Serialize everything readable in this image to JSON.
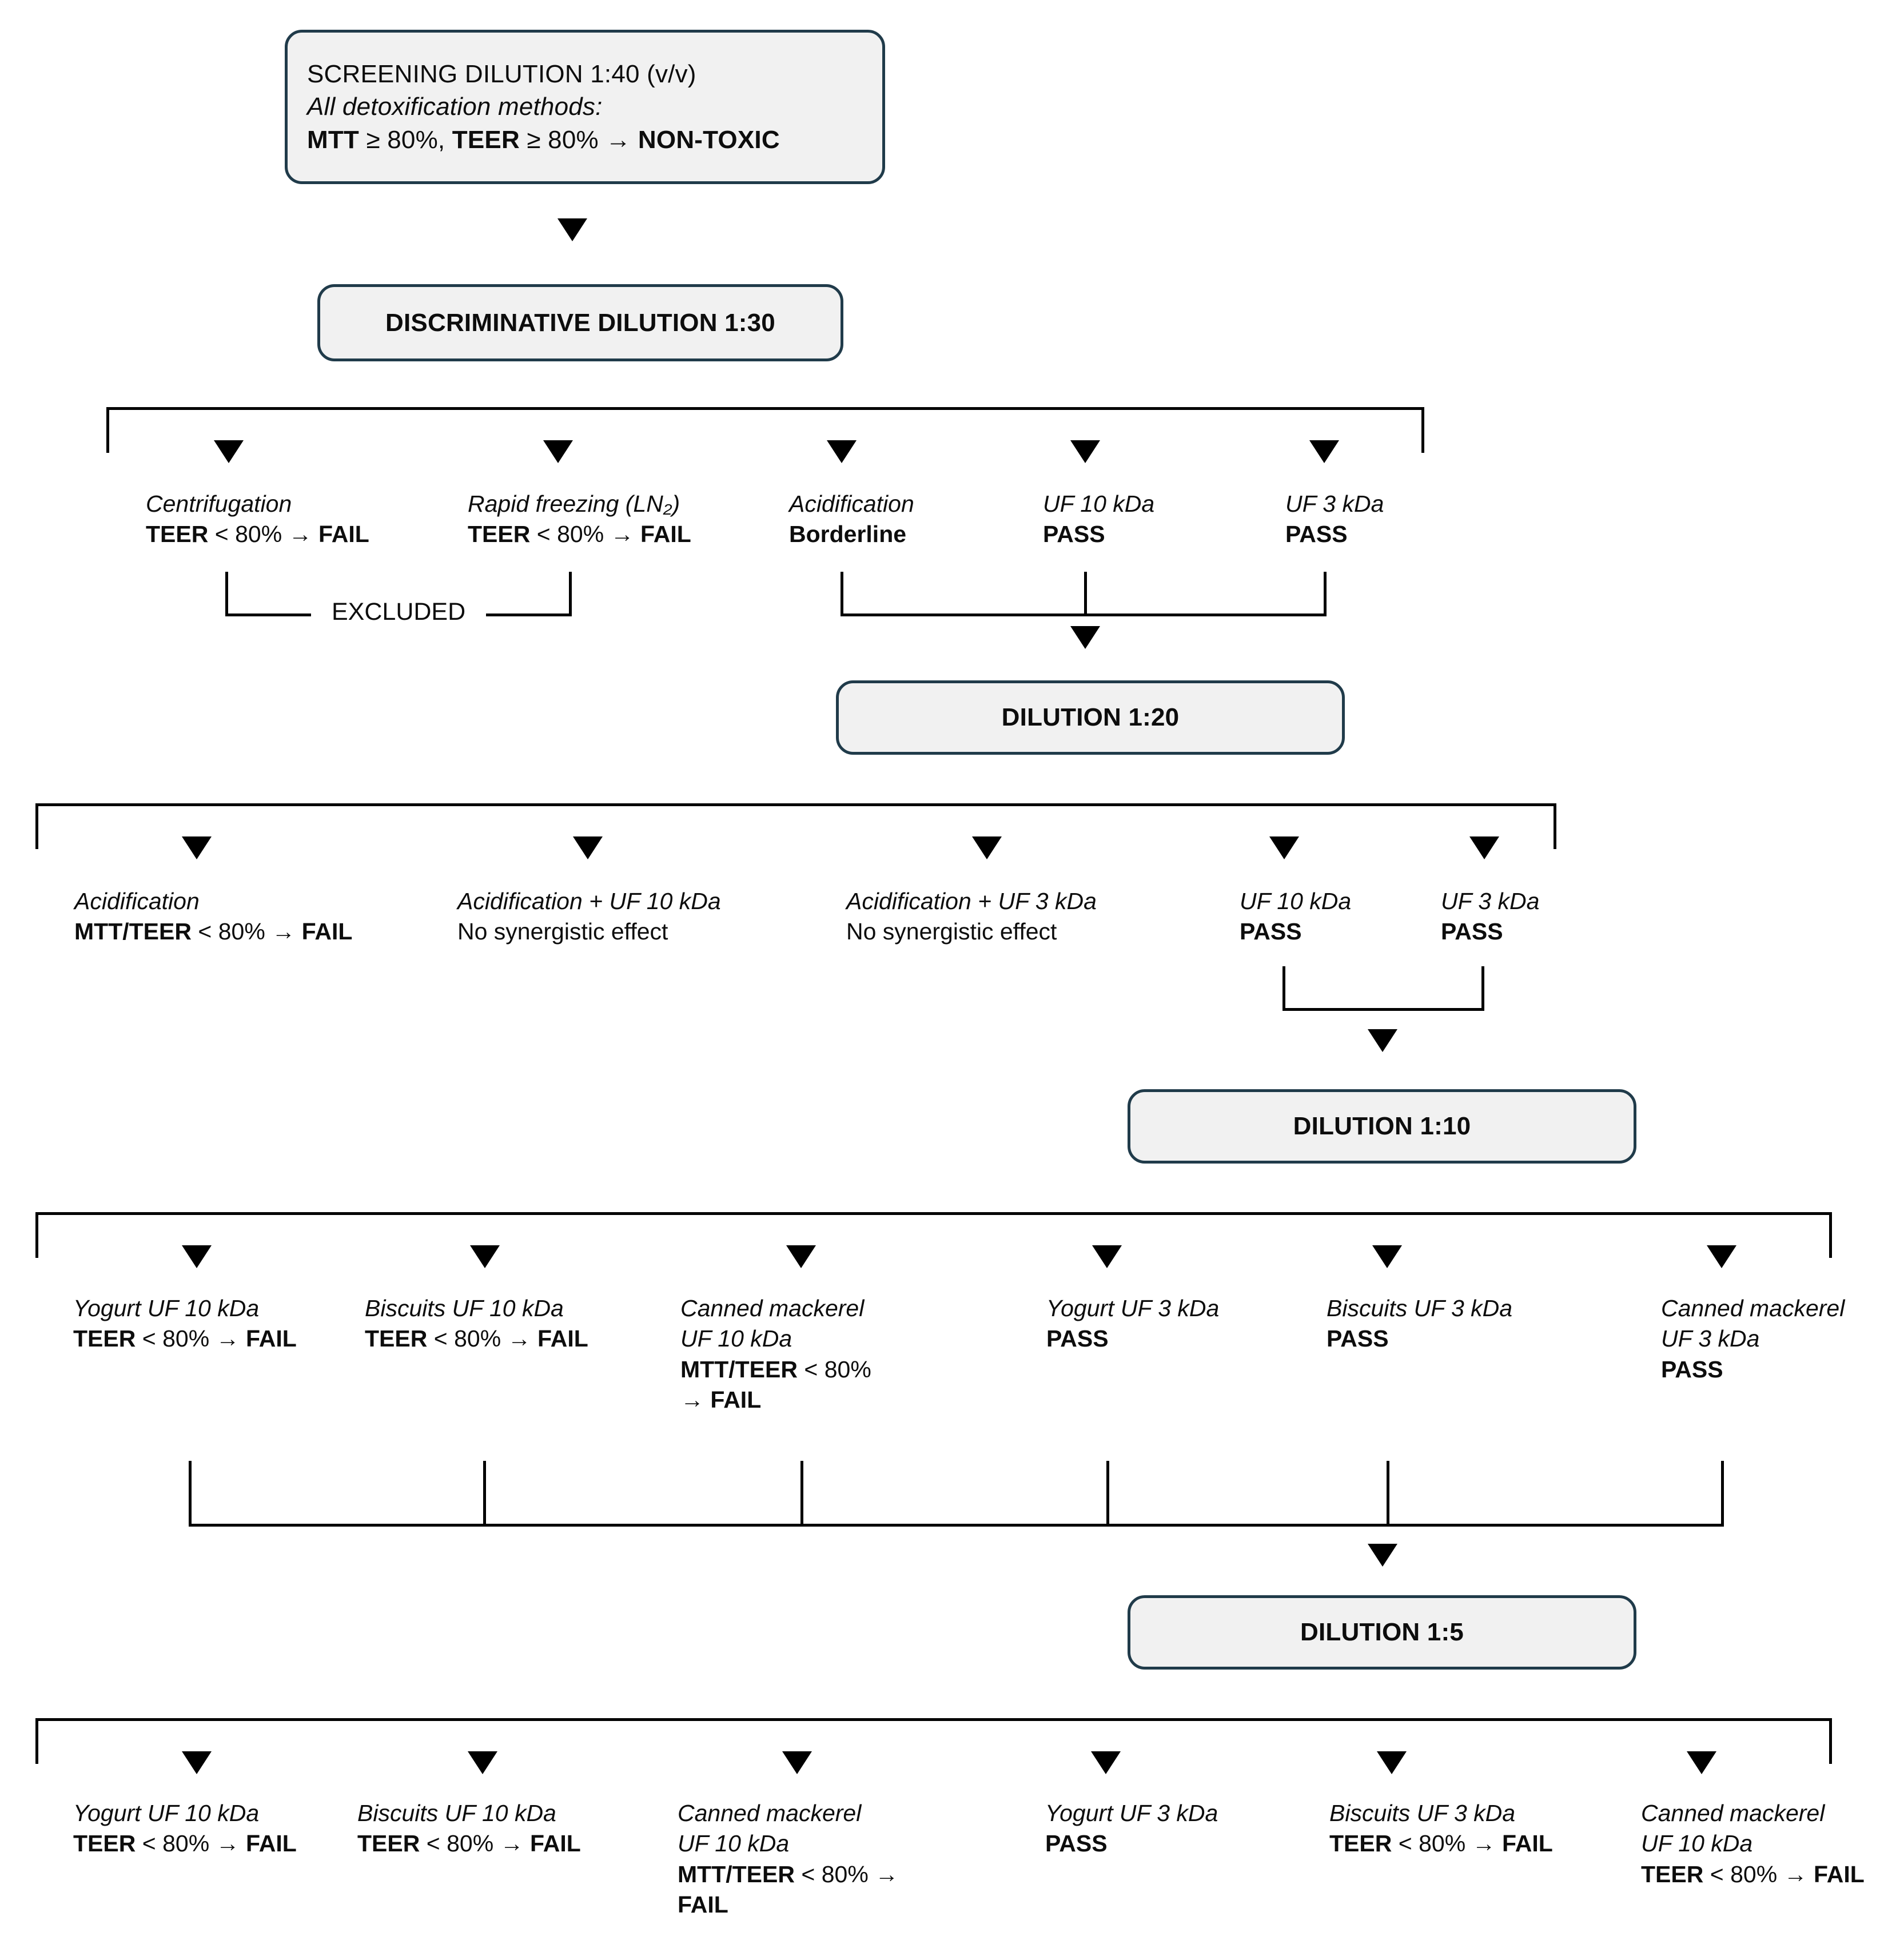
{
  "diagram": {
    "title_node": {
      "lines": [
        {
          "text": "SCREENING DILUTION 1:40 (v/v)",
          "style": "bold"
        },
        {
          "text": "All detoxification methods:",
          "style": "italic"
        },
        {
          "text": "MTT ≥ 80%, TEER ≥ 80% → NON-TOXIC",
          "style": "mixed"
        }
      ]
    },
    "stage_nodes": [
      {
        "id": "discriminative",
        "label": "DISCRIMINATIVE DILUTION 1:30"
      },
      {
        "id": "dilution20",
        "label": "DILUTION 1:20"
      },
      {
        "id": "dilution10",
        "label": "DILUTION 1:10"
      },
      {
        "id": "dilution5",
        "label": "DILUTION 1:5"
      }
    ],
    "excluded_label": "EXCLUDED",
    "rows": [
      {
        "id": "row-1-30",
        "leaves": [
          {
            "name": "centrifugation",
            "lines": [
              "Centrifugation",
              "TEER < 80% → FAIL"
            ]
          },
          {
            "name": "rapid-freezing",
            "lines": [
              "Rapid freezing (LN₂)",
              "TEER < 80% → FAIL"
            ]
          },
          {
            "name": "acidification",
            "lines": [
              "Acidification",
              "Borderline"
            ]
          },
          {
            "name": "uf-10-kda",
            "lines": [
              "UF 10 kDa",
              "PASS"
            ]
          },
          {
            "name": "uf-3-kda",
            "lines": [
              "UF 3 kDa",
              "PASS"
            ]
          }
        ]
      },
      {
        "id": "row-1-20",
        "leaves": [
          {
            "name": "acidification",
            "lines": [
              "Acidification",
              "MTT/TEER < 80% → FAIL"
            ]
          },
          {
            "name": "acidification-uf-10-kda",
            "lines": [
              "Acidification + UF 10 kDa",
              "No synergistic effect"
            ]
          },
          {
            "name": "acidification-uf-3-kda",
            "lines": [
              "Acidification + UF 3 kDa",
              "No synergistic effect"
            ]
          },
          {
            "name": "uf-10-kda",
            "lines": [
              "UF 10 kDa",
              "PASS"
            ]
          },
          {
            "name": "uf-3-kda",
            "lines": [
              "UF 3 kDa",
              "PASS"
            ]
          }
        ]
      },
      {
        "id": "row-1-10",
        "leaves": [
          {
            "name": "yogurt-uf-10-kda",
            "lines": [
              "Yogurt UF 10 kDa",
              "TEER < 80% → FAIL"
            ]
          },
          {
            "name": "biscuits-uf-10-kda",
            "lines": [
              "Biscuits UF 10 kDa",
              "TEER < 80% → FAIL"
            ]
          },
          {
            "name": "canned-mackerel-uf-10-kda",
            "lines": [
              "Canned mackerel",
              "UF 10 kDa",
              "MTT/TEER < 80%",
              "→ FAIL"
            ]
          },
          {
            "name": "yogurt-uf-3-kda",
            "lines": [
              "Yogurt UF 3 kDa",
              "PASS"
            ]
          },
          {
            "name": "biscuits-uf-3-kda",
            "lines": [
              "Biscuits UF 3 kDa",
              "PASS"
            ]
          },
          {
            "name": "canned-mackerel-uf-3-kda",
            "lines": [
              "Canned mackerel",
              "UF 3 kDa",
              "PASS"
            ]
          }
        ]
      },
      {
        "id": "row-1-5",
        "leaves": [
          {
            "name": "yogurt-uf-10-kda",
            "lines": [
              "Yogurt UF 10 kDa",
              "TEER < 80% → FAIL"
            ]
          },
          {
            "name": "biscuits-uf-10-kda",
            "lines": [
              "Biscuits UF 10 kDa",
              "TEER < 80% → FAIL"
            ]
          },
          {
            "name": "canned-mackerel-uf-10-kda",
            "lines": [
              "Canned mackerel",
              "UF 10 kDa",
              "MTT/TEER < 80% →",
              "FAIL"
            ]
          },
          {
            "name": "yogurt-uf-3-kda",
            "lines": [
              "Yogurt UF 3 kDa",
              "PASS"
            ]
          },
          {
            "name": "biscuits-uf-3-kda",
            "lines": [
              "Biscuits UF 3 kDa",
              "TEER < 80% → FAIL"
            ]
          },
          {
            "name": "canned-mackerel-uf-10-kda-2",
            "lines": [
              "Canned mackerel",
              "UF 10 kDa",
              "TEER < 80% → FAIL"
            ]
          }
        ]
      }
    ],
    "colors": {
      "node_border": "#203b4a",
      "node_fill": "#f1f1f1",
      "connector": "#000000",
      "text": "#0d0d0d"
    }
  }
}
